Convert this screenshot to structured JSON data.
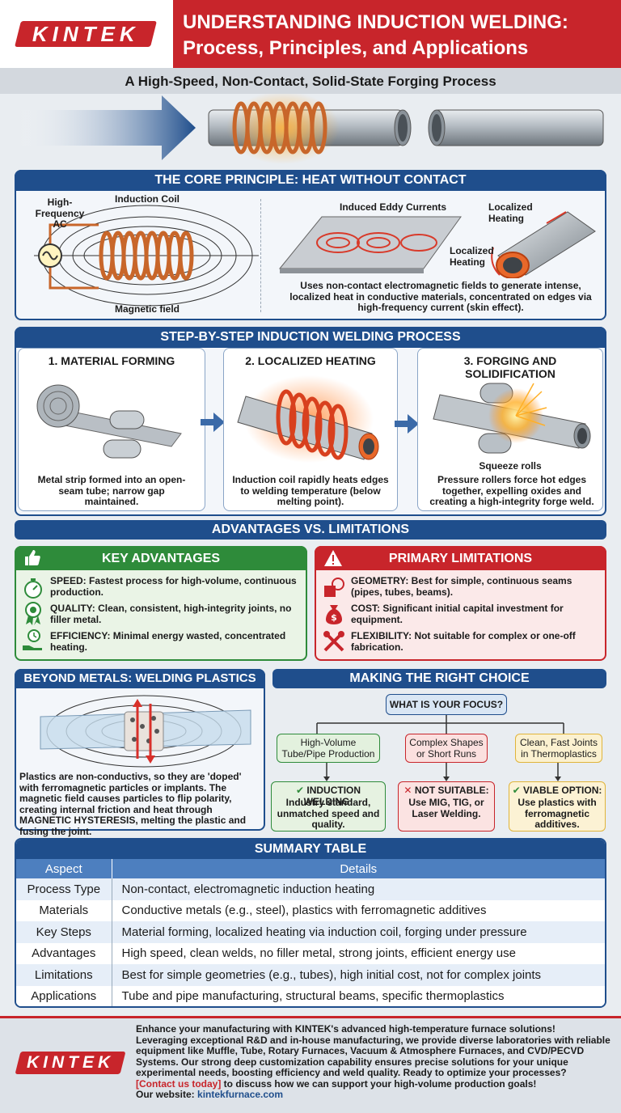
{
  "brand": {
    "logo_text": "KINTEK"
  },
  "header": {
    "title_line1": "UNDERSTANDING INDUCTION WELDING:",
    "title_line2": "Process, Principles, and Applications",
    "subtitle": "A High-Speed, Non-Contact, Solid-State Forging Process"
  },
  "core": {
    "title": "THE CORE PRINCIPLE: HEAT WITHOUT CONTACT",
    "label_ac": "High-\nFrequency\nAC",
    "label_coil": "Induction Coil",
    "label_field": "Magnetic field",
    "label_eddy": "Induced Eddy Currents",
    "label_local1": "Localized\nHeating",
    "label_local2": "Localized\nHeating",
    "description": "Uses non-contact electromagnetic fields to generate intense, localized heat in conductive materials, concentrated on edges via high-frequency current (skin effect)."
  },
  "process": {
    "title": "STEP-BY-STEP INDUCTION WELDING PROCESS",
    "steps": [
      {
        "title": "1. MATERIAL FORMING",
        "text": "Metal strip formed into an open-seam tube; narrow gap maintained."
      },
      {
        "title": "2. LOCALIZED HEATING",
        "text": "Induction coil rapidly heats edges to welding temperature (below melting point)."
      },
      {
        "title": "3. FORGING AND SOLIDIFICATION",
        "label": "Squeeze rolls",
        "text": "Pressure rollers force hot edges together, expelling oxides and creating a high-integrity forge weld."
      }
    ]
  },
  "adv_lim": {
    "title": "ADVANTAGES VS. LIMITATIONS",
    "advantages": {
      "title": "KEY ADVANTAGES",
      "items": [
        {
          "icon": "stopwatch-icon",
          "text": "SPEED: Fastest process for high-volume, continuous production."
        },
        {
          "icon": "award-ribbon-icon",
          "text": "QUALITY: Clean, consistent, high-integrity joints, no filler metal."
        },
        {
          "icon": "energy-hand-icon",
          "text": "EFFICIENCY: Minimal energy wasted, concentrated heating."
        }
      ]
    },
    "limitations": {
      "title": "PRIMARY LIMITATIONS",
      "items": [
        {
          "icon": "geometry-shapes-icon",
          "text": "GEOMETRY: Best for simple, continuous seams (pipes, tubes, beams)."
        },
        {
          "icon": "money-bag-icon",
          "text": "COST: Significant initial capital investment for equipment."
        },
        {
          "icon": "crossed-tools-icon",
          "text": "FLEXIBILITY: Not suitable for complex or one-off fabrication."
        }
      ]
    }
  },
  "plastics": {
    "title": "BEYOND METALS: WELDING PLASTICS",
    "text": "Plastics are non-conductivs, so they are 'doped' with ferromagnetic particles or implants. The magnetic field causes particles to flip polarity, creating internal friction and heat through MAGNETIC HYSTERESIS, melting the plastic and fusing the joint."
  },
  "choice": {
    "title": "MAKING THE RIGHT CHOICE",
    "question": "WHAT IS YOUR FOCUS?",
    "options": [
      {
        "label": "High-Volume\nTube/Pipe Production",
        "answer_title": "INDUCTION WELDING:",
        "answer_text": "Industry standard, unmatched speed and quality.",
        "mark": "✔"
      },
      {
        "label": "Complex Shapes\nor Short Runs",
        "answer_title": "NOT SUITABLE:",
        "answer_text": "Use MIG, TIG, or Laser Welding.",
        "mark": "✕"
      },
      {
        "label": "Clean, Fast Joints\nin Thermoplastics",
        "answer_title": "VIABLE OPTION:",
        "answer_text": "Use plastics with ferromagnetic additives.",
        "mark": "✔"
      }
    ]
  },
  "summary": {
    "title": "SUMMARY TABLE",
    "headers": [
      "Aspect",
      "Details"
    ],
    "rows": [
      [
        "Process Type",
        "Non-contact, electromagnetic induction heating"
      ],
      [
        "Materials",
        "Conductive metals (e.g., steel), plastics with ferromagnetic additives"
      ],
      [
        "Key Steps",
        "Material forming, localized heating via induction coil, forging under pressure"
      ],
      [
        "Advantages",
        "High speed, clean welds, no filler metal, strong joints, efficient energy use"
      ],
      [
        "Limitations",
        "Best for simple geometries (e.g., tubes), high initial cost, not for complex joints"
      ],
      [
        "Applications",
        "Tube and pipe manufacturing, structural beams, specific thermoplastics"
      ]
    ]
  },
  "footer": {
    "line1": "Enhance your manufacturing with KINTEK's advanced high-temperature furnace solutions!",
    "body": "Leveraging exceptional R&D and in-house manufacturing, we provide diverse laboratories with reliable equipment like Muffle, Tube, Rotary Furnaces, Vacuum & Atmosphere Furnaces, and CVD/PECVD Systems. Our strong deep customization capability ensures precise solutions for your unique experimental needs, boosting efficiency and weld quality. Ready to optimize your processes?",
    "cta_link": "[Contact us today]",
    "cta_rest": " to discuss how we can support your high-volume production goals!",
    "website_label": "Our website: ",
    "website": "kintekfurnace.com"
  },
  "colors": {
    "navy": "#1f4e8c",
    "red": "#c8252b",
    "green": "#2e8b3a",
    "orange": "#e8682a"
  }
}
